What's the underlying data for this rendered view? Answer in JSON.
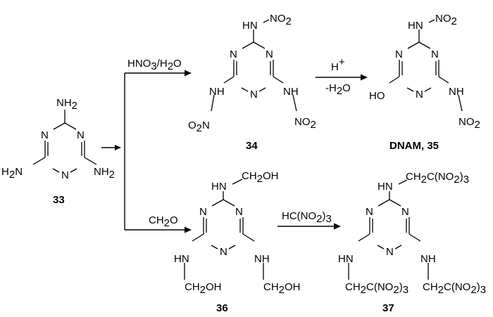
{
  "colors": {
    "ink": "#000000",
    "background": "#ffffff"
  },
  "reagents": {
    "nitration_pre": "HNO",
    "nitration_mid": "3",
    "nitration_post": "/H",
    "nitration_sub2": "2",
    "nitration_tail": "O",
    "acid_main": "H",
    "acid_sup": "+",
    "dehydration_pre": "-H",
    "dehydration_sub": "2",
    "dehydration_post": "O",
    "formaldehyde_pre": "CH",
    "formaldehyde_sub": "2",
    "formaldehyde_post": "O",
    "trinitro_pre": "HC(NO",
    "trinitro_sub2": "2",
    "trinitro_mid": ")",
    "trinitro_sub3": "3"
  },
  "atoms": {
    "ring_n": "N",
    "nh2_pre": "NH",
    "nh2_sub": "2",
    "h2n_pre": "H",
    "h2n_sub": "2",
    "h2n_post": "N",
    "hn": "HN",
    "nh": "NH",
    "no2_pre": "NO",
    "no2_sub": "2",
    "o2n_pre": "O",
    "o2n_sub": "2",
    "o2n_post": "N",
    "ho": "HO",
    "ch2oh_pre": "CH",
    "ch2oh_sub": "2",
    "ch2oh_post": "OH",
    "ch2c_pre": "CH",
    "ch2c_sub": "2",
    "ch2c_mid": "C(NO",
    "ch2c_sub2": "2",
    "ch2c_close": ")",
    "ch2c_sub3": "3"
  },
  "compounds": {
    "c33": "33",
    "c34": "34",
    "c35": "DNAM, 35",
    "c36": "36",
    "c37": "37"
  }
}
